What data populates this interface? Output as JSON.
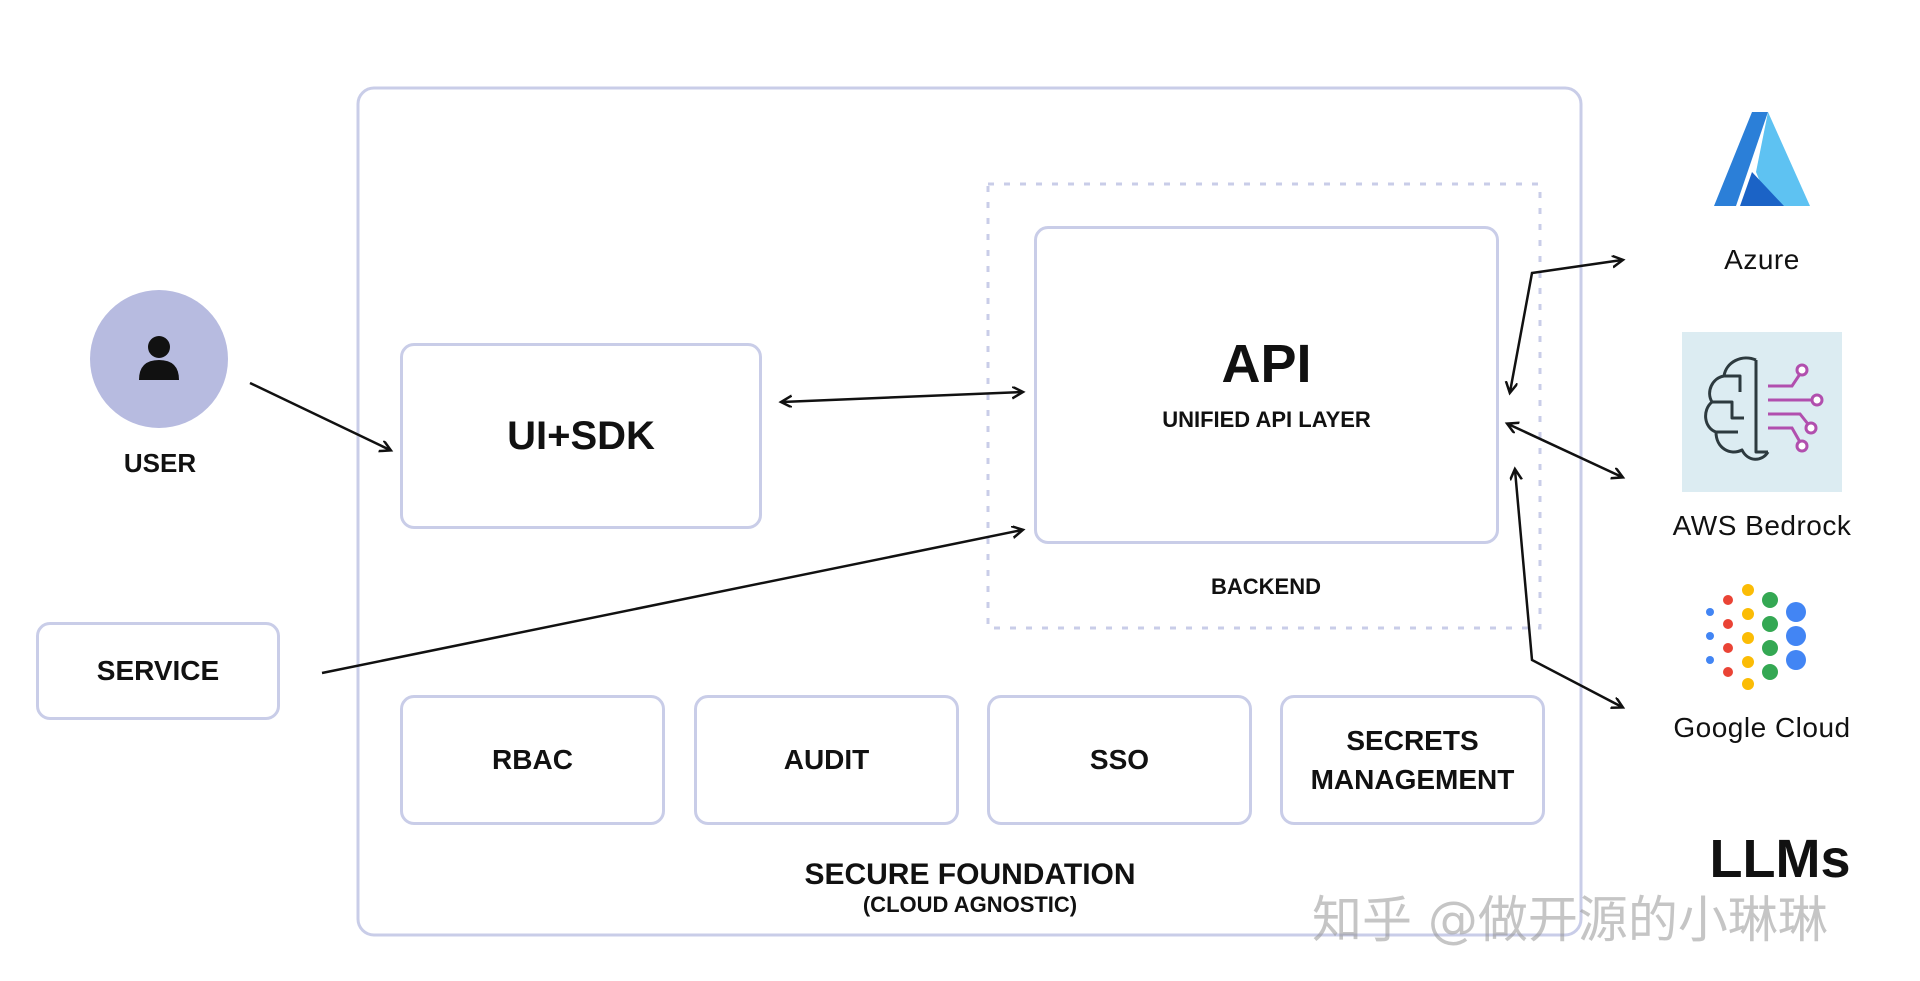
{
  "actors": {
    "user": "USER",
    "service": "SERVICE"
  },
  "components": {
    "ui_sdk": "UI+SDK",
    "api_title": "API",
    "api_subtitle": "UNIFIED API LAYER",
    "backend": "BACKEND"
  },
  "foundation": {
    "modules": [
      "RBAC",
      "AUDIT",
      "SSO",
      "SECRETS MANAGEMENT"
    ],
    "title": "SECURE FOUNDATION",
    "subtitle": "(CLOUD AGNOSTIC)"
  },
  "providers": {
    "items": [
      {
        "name": "Azure",
        "icon": "azure-logo-icon"
      },
      {
        "name": "AWS Bedrock",
        "icon": "aws-bedrock-brain-icon"
      },
      {
        "name": "Google Cloud",
        "icon": "google-cloud-dots-icon"
      }
    ],
    "group_label": "LLMs"
  },
  "watermark": "知乎 @做开源的小琳琳",
  "colors": {
    "box_border": "#c9cde8",
    "user_avatar": "#b7bbe0",
    "azure_light": "#5ec2f2",
    "azure_dark": "#1b63c6",
    "bedrock_bg": "#dcecf2",
    "bedrock_lines": "#b14fae"
  }
}
